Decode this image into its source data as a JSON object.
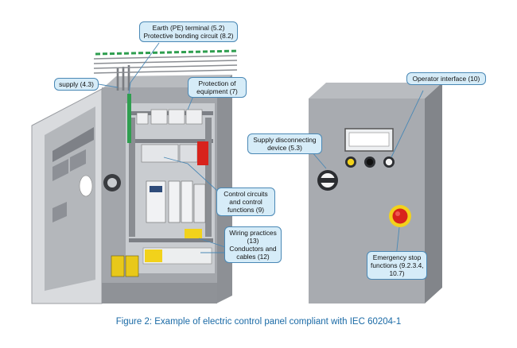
{
  "labels": {
    "earth_line1": "Earth (PE) terminal (5.2)",
    "earth_line2": "Protective bonding circuit (8.2)",
    "supply": "supply (4.3)",
    "protection_line1": "Protection of",
    "protection_line2": "equipment (7)",
    "control_line1": "Control circuits",
    "control_line2": "and control",
    "control_line3": "functions (9)",
    "wiring_line1": "Wiring practices",
    "wiring_line2": "(13)",
    "conductors_line1": "Conductors and",
    "conductors_line2": "cables (12)",
    "operator": "Operator interface (10)",
    "disconnect_line1": "Supply disconnecting",
    "disconnect_line2": "device (5.3)",
    "estop_line1": "Emergency stop",
    "estop_line2": "functions (9.2.3.4,",
    "estop_line3": "10.7)"
  },
  "caption": "Figure 2: Example of electric control panel compliant with IEC 60204-1",
  "colors": {
    "callout_fill": "#d6ecf8",
    "callout_border": "#4a88b5",
    "caption": "#1a6aa6",
    "panel_gray": "#9b9ea3",
    "earth_stripe": "#2e9e4f",
    "estop_red": "#d8231c",
    "estop_yellow": "#f2d21b"
  }
}
